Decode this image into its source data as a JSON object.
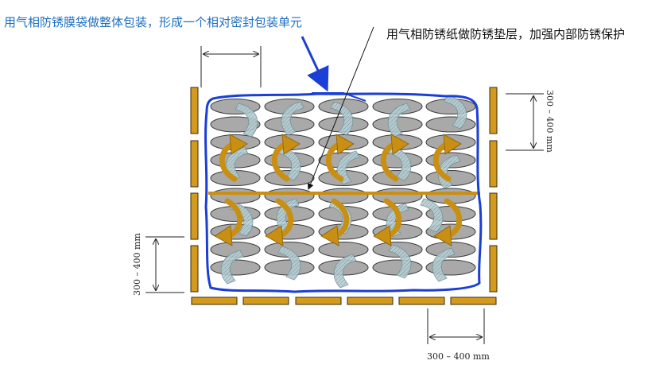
{
  "labels": {
    "bag_note": "用气相防锈膜袋做整体包装，形成一个相对密封包装单元",
    "paper_note": "用气相防锈纸做防锈垫层，加强内部防锈保护"
  },
  "dimensions": {
    "right_vertical": "300 – 400 mm",
    "left_vertical": "300 – 400 mm",
    "bottom_horizontal": "300 – 400 mm"
  },
  "colors": {
    "vci_bag_outline": "#1a3fd6",
    "label_blue": "#1f6fc1",
    "wood_board": "#d39a1e",
    "wood_board_edge": "#3a2a10",
    "coil_fill": "#a9a9a9",
    "coil_edge": "#3b3b3b",
    "airflow_arrow": "#c98f12",
    "vci_strip": "#a7c3c9"
  },
  "icons": {
    "airflow": "curved-arrow-icon",
    "pointer": "pointer-arrow-icon"
  }
}
